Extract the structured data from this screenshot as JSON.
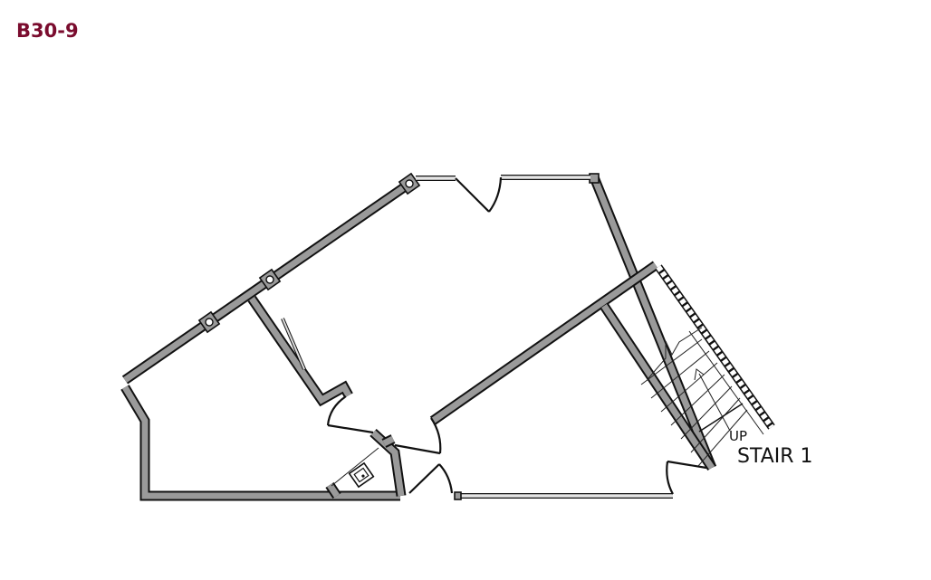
{
  "plan": {
    "title": "B30-9",
    "title_color": "#7a0c2e",
    "wall_color": "#9a9a9a",
    "stair": {
      "direction_label": "UP",
      "name": "STAIR 1"
    }
  }
}
